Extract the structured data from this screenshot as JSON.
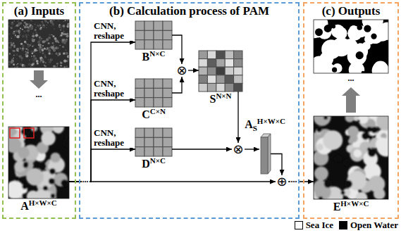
{
  "diagram": {
    "nodes": [
      {
        "text": [
          "(a) Inputs"
        ]
      },
      {
        "text": [
          "A",
          "H×W×C"
        ],
        "in": 0
      },
      {
        "text": [
          "(b) Calculation process of PAM"
        ]
      },
      {
        "text": [
          "B",
          "N×C"
        ],
        "in": 2
      },
      {
        "text": [
          "C",
          "C×N"
        ],
        "in": 2
      },
      {
        "text": [
          "⊗"
        ],
        "in": 2
      },
      {
        "text": [
          "S",
          "N×N"
        ],
        "in": 2
      },
      {
        "text": [
          "D",
          "N×C"
        ],
        "in": 2
      },
      {
        "text": [
          "⊗"
        ],
        "in": 2
      },
      {
        "text": [
          "A",
          "S",
          "H×W×C"
        ],
        "in": 2
      },
      {
        "text": [
          "⊕"
        ],
        "in": 2
      },
      {
        "text": [
          "(c) Outputs"
        ]
      },
      {
        "text": [
          "E",
          "H×W×C"
        ],
        "in": 11
      }
    ],
    "edges": [
      {
        "from": 1,
        "to": 3,
        "arrow": "to",
        "label": "CNN, reshape"
      },
      {
        "from": 1,
        "to": 4,
        "arrow": "to",
        "label": "CNN, reshape"
      },
      {
        "from": 1,
        "to": 7,
        "arrow": "to",
        "label": "CNN, reshape"
      },
      {
        "from": 3,
        "to": 5,
        "arrow": "to"
      },
      {
        "from": 4,
        "to": 5,
        "arrow": "to"
      },
      {
        "from": 5,
        "to": 6,
        "arrow": "to"
      },
      {
        "from": 6,
        "to": 8,
        "arrow": "to"
      },
      {
        "from": 7,
        "to": 8,
        "arrow": "to"
      },
      {
        "from": 8,
        "to": 9,
        "arrow": "to"
      },
      {
        "from": 9,
        "to": 10,
        "arrow": "to"
      },
      {
        "from": 1,
        "to": 10,
        "arrow": "to"
      },
      {
        "from": 10,
        "to": 12,
        "arrow": "to"
      }
    ],
    "labels": [
      "...",
      "...",
      "...",
      "..."
    ],
    "legend": [
      {
        "text": "Sea Ice",
        "color": "#ffffff"
      },
      {
        "text": "Open Water",
        "color": "#000000"
      }
    ]
  }
}
